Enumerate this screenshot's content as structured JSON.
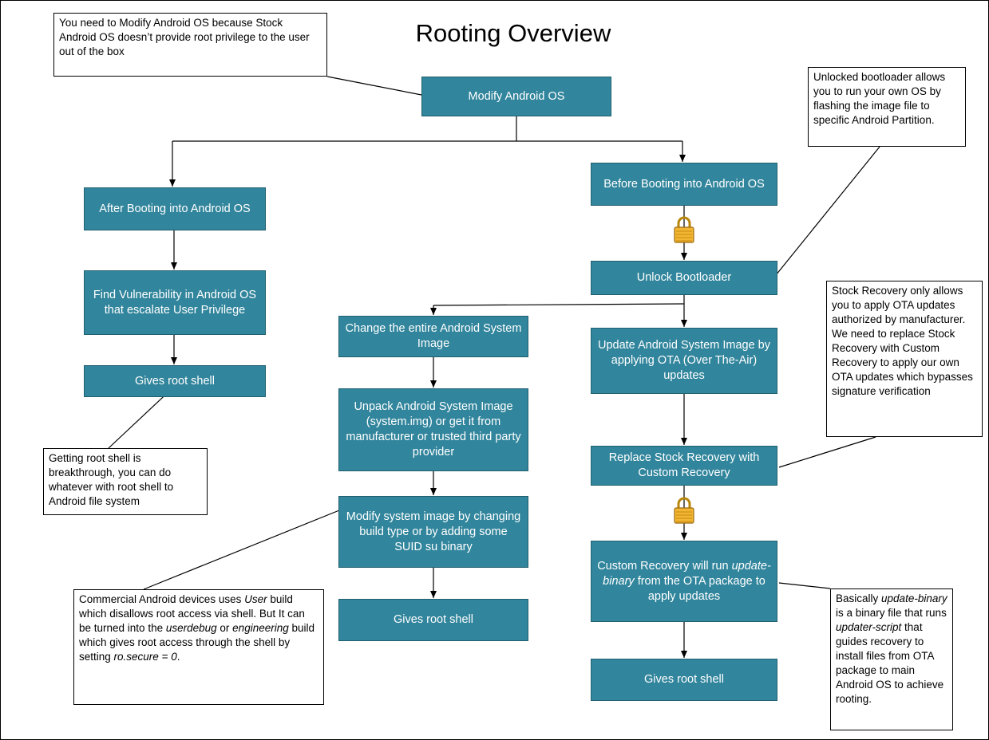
{
  "title": "Rooting Overview",
  "nodes": {
    "modify": "Modify Android OS",
    "after_boot": "After Booting into Android OS",
    "before_boot": "Before Booting into Android OS",
    "find_vuln": "Find Vulnerability in Android OS that escalate User Privilege",
    "root_shell_left": "Gives root shell",
    "unlock_bootloader": "Unlock Bootloader",
    "change_image": "Change the entire Android System Image",
    "unpack_image": "Unpack Android System Image (system.img) or get it from manufacturer or trusted third party provider",
    "modify_image": "Modify system image by changing build type or by adding some SUID su binary",
    "root_shell_mid": "Gives root shell",
    "update_ota": "Update Android System Image by applying OTA (Over The-Air) updates",
    "replace_recovery": "Replace Stock Recovery with Custom Recovery",
    "custom_recovery": {
      "pre": "Custom Recovery will run ",
      "em": "update-binary",
      "post": " from the OTA package to apply updates"
    },
    "root_shell_right": "Gives root shell"
  },
  "notes": {
    "modify_reason": "You need to Modify Android OS because Stock Android OS doesn’t provide root privilege to the user out of the box",
    "bootloader": "Unlocked bootloader allows you to run your own OS by flashing the image file to specific Android Partition.",
    "stock_recovery": "Stock Recovery only allows you to apply OTA updates authorized by manufacturer. We need to replace Stock Recovery with Custom Recovery to apply our own OTA updates which bypasses signature verification",
    "root_shell": "Getting root shell is breakthrough, you can do whatever with root shell to Android file system",
    "build_type": {
      "t1": "Commercial Android devices uses ",
      "e1": "User",
      "t2": " build which disallows root access via shell. But It can be turned into the ",
      "e2": "userdebug",
      "t3": " or ",
      "e3": "engineering",
      "t4": " build which gives root access through the shell by setting ",
      "e4": "ro.secure = 0",
      "t5": "."
    },
    "update_binary": {
      "t1": "Basically ",
      "e1": "update-binary",
      "t2": " is a binary file that runs ",
      "e2": "updater-script",
      "t3": " that guides recovery to install files from OTA package to main Android OS to achieve rooting."
    }
  },
  "icons": [
    "lock-icon",
    "lock-icon"
  ],
  "colors": {
    "node_fill": "#31859c",
    "node_text": "#ffffff",
    "lock_body": "#e8a317"
  }
}
